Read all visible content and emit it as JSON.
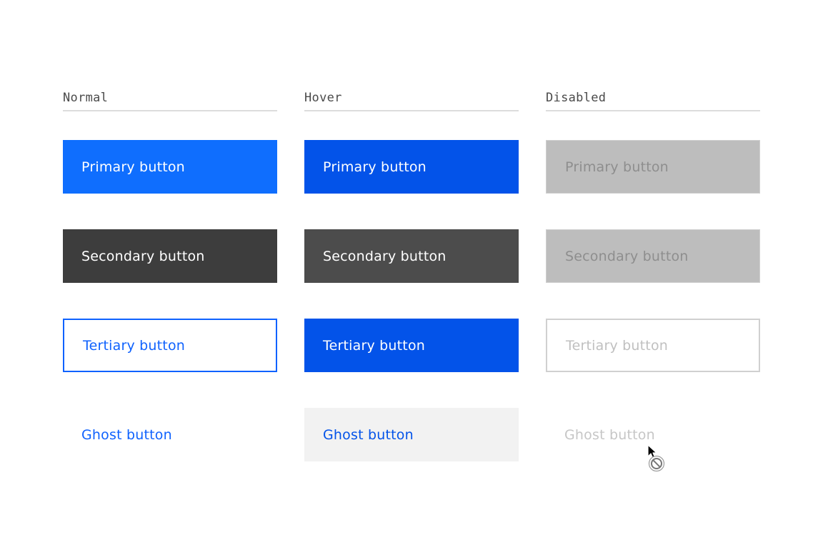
{
  "columns": [
    {
      "header": "Normal",
      "buttons": {
        "primary": "Primary button",
        "secondary": "Secondary button",
        "tertiary": "Tertiary button",
        "ghost": "Ghost button"
      }
    },
    {
      "header": "Hover",
      "buttons": {
        "primary": "Primary button",
        "secondary": "Secondary button",
        "tertiary": "Tertiary button",
        "ghost": "Ghost button"
      }
    },
    {
      "header": "Disabled",
      "buttons": {
        "primary": "Primary button",
        "secondary": "Secondary button",
        "tertiary": "Tertiary button",
        "ghost": "Ghost button"
      }
    }
  ],
  "colors": {
    "primary_normal": "#0f6efe",
    "primary_hover": "#0353e9",
    "secondary_normal": "#3d3d3d",
    "secondary_hover": "#4c4c4c",
    "disabled_fill": "#bdbdbd",
    "disabled_text": "#8e8e8e",
    "ghost_hover_fill": "#f2f2f2"
  },
  "cursor": {
    "icon": "not-allowed-cursor-icon"
  }
}
